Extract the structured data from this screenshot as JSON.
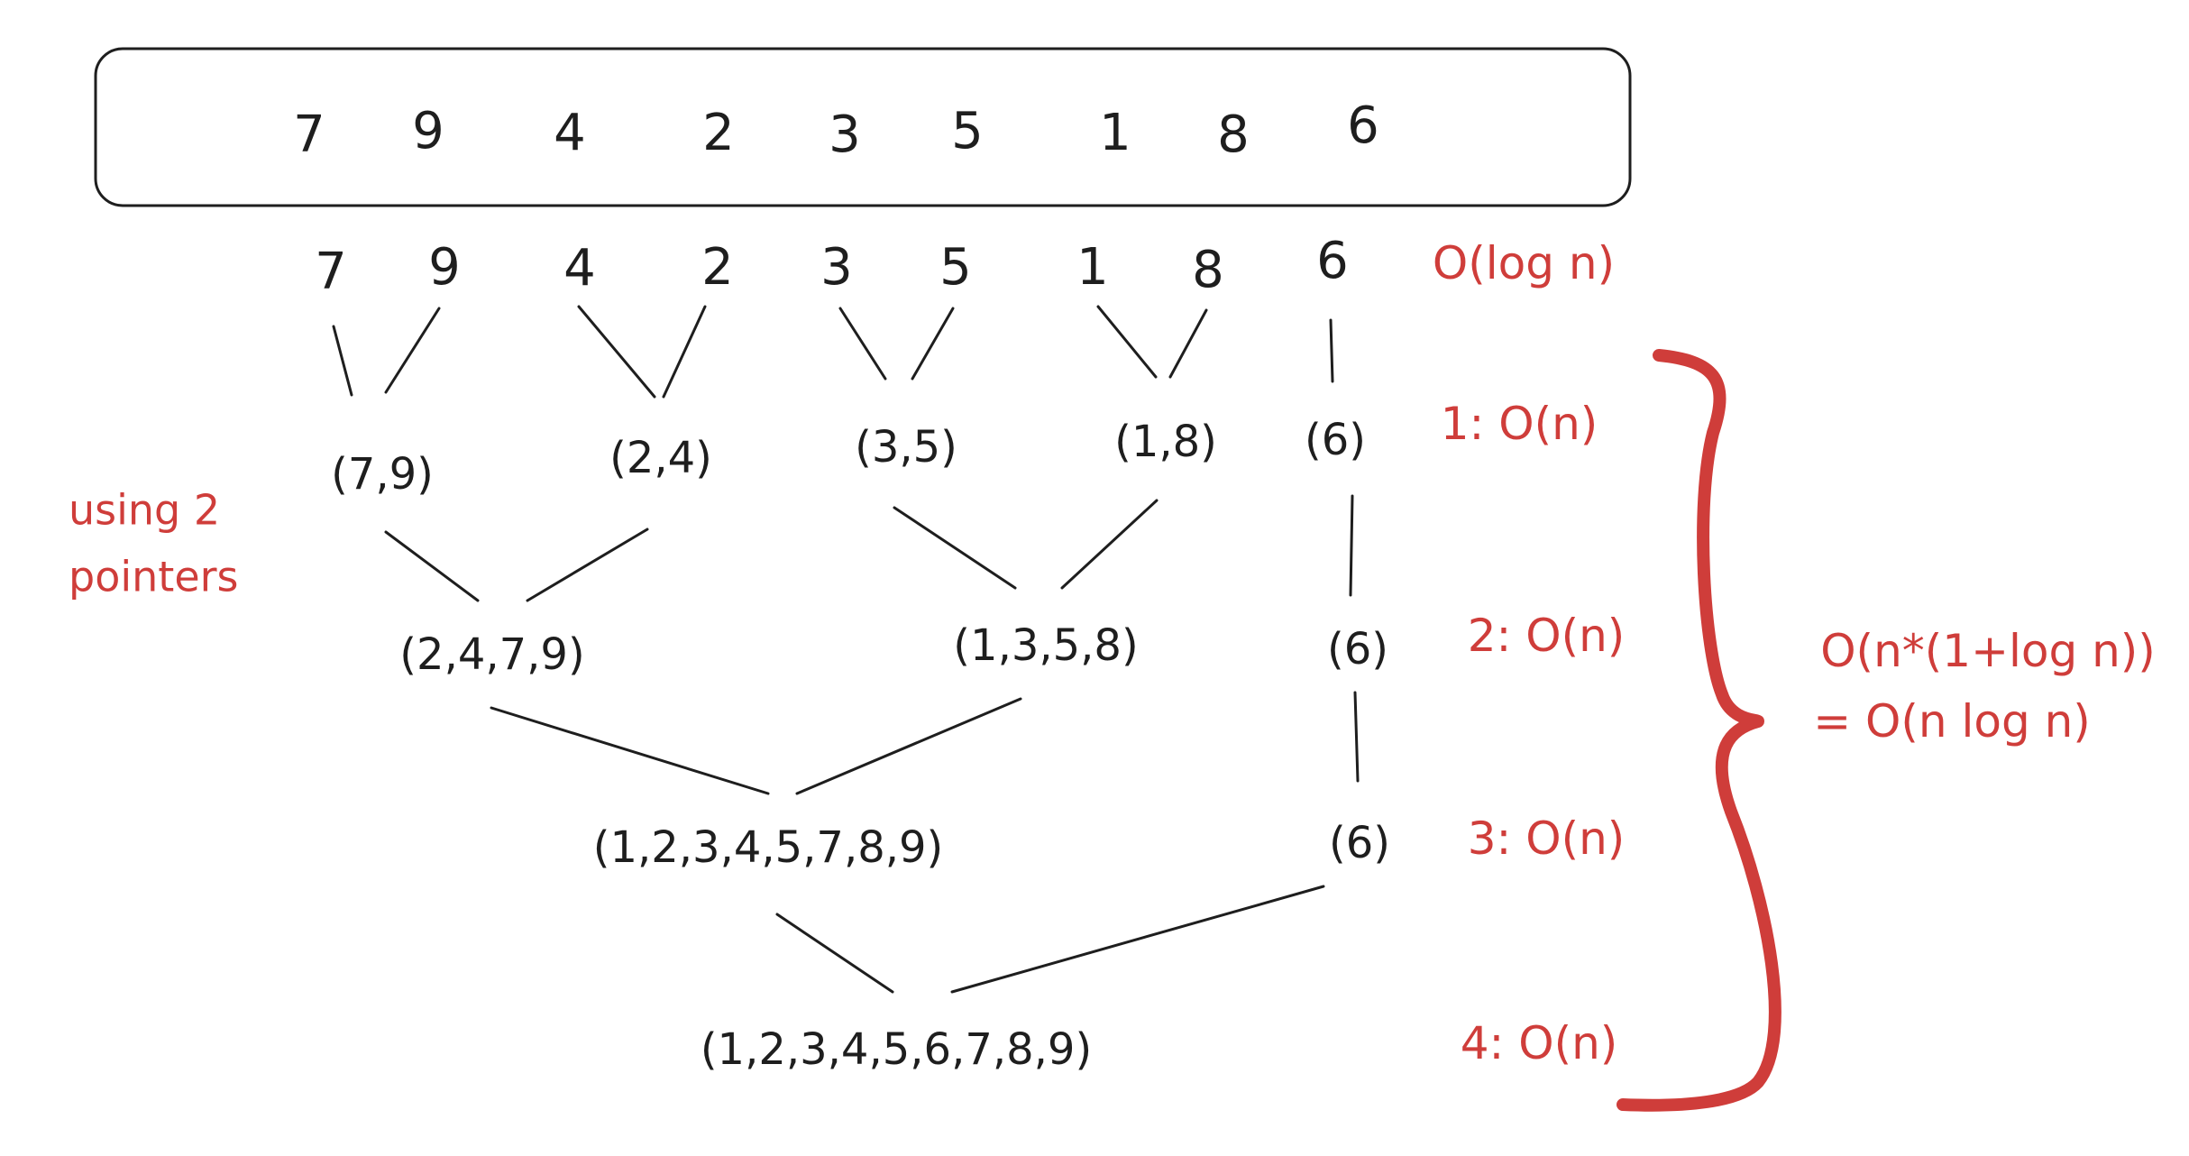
{
  "array": [
    "7",
    "9",
    "4",
    "2",
    "3",
    "5",
    "1",
    "8",
    "6"
  ],
  "leaves": [
    "7",
    "9",
    "4",
    "2",
    "3",
    "5",
    "1",
    "8",
    "6"
  ],
  "level1": [
    "(7,9)",
    "(2,4)",
    "(3,5)",
    "(1,8)",
    "(6)"
  ],
  "level2": [
    "(2,4,7,9)",
    "(1,3,5,8)",
    "(6)"
  ],
  "level3": [
    "(1,2,3,4,5,7,8,9)",
    "(6)"
  ],
  "level4": [
    "(1,2,3,4,5,6,7,8,9)"
  ],
  "annotations": {
    "split_cost": "O(log n)",
    "merge_costs": [
      "1: O(n)",
      "2: O(n)",
      "3: O(n)",
      "4: O(n)"
    ],
    "using_note_line1": "using 2",
    "using_note_line2": "pointers",
    "total_line1": "O(n*(1+log n))",
    "total_line2": "= O(n log n)"
  },
  "colors": {
    "ink": "#1e1e1e",
    "accent": "#cf3d3a"
  }
}
